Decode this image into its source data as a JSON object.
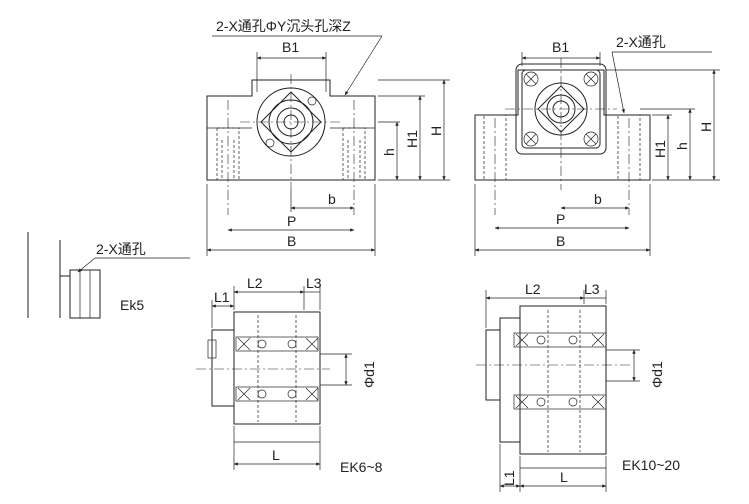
{
  "labels": {
    "top_note": "2-X通孔ΦY沉头孔深Z",
    "right_note": "2-X通孔",
    "ek5_note": "2-X通孔",
    "B1_left": "B1",
    "B1_right": "B1",
    "H_left": "H",
    "H1_left": "H1",
    "h_left": "h",
    "H_right": "H",
    "H1_right": "H1",
    "h_right": "h",
    "b_left": "b",
    "P_left": "P",
    "B_left": "B",
    "b_right": "b",
    "P_right": "P",
    "B_right": "B",
    "ek5": "Ek5",
    "L2_left": "L2",
    "L3_left": "L3",
    "L1_left": "L1",
    "L_left": "L",
    "d1_left": "Φd1",
    "ek68": "EK6~8",
    "L2_right": "L2",
    "L3_right": "L3",
    "L1_right": "L1",
    "L_right": "L",
    "d1_right": "Φd1",
    "ek1020": "EK10~20"
  }
}
